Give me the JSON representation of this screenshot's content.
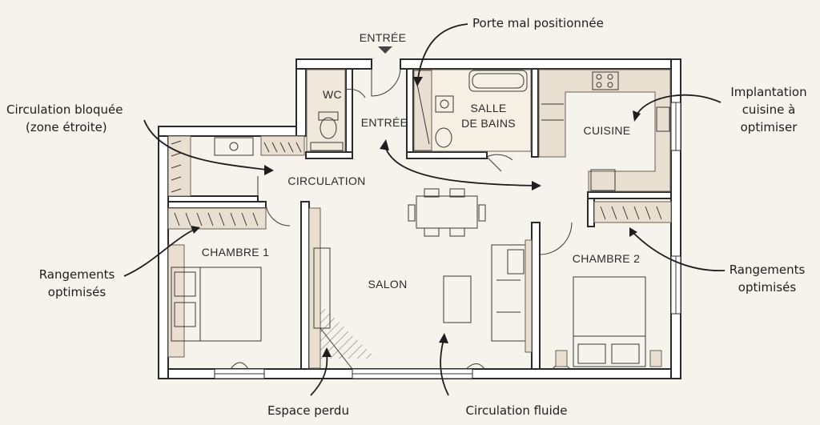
{
  "rooms": {
    "entree_top": "ENTRÉE",
    "entree_inner": "ENTRÉE",
    "wc": "WC",
    "salle_de_bains_line1": "SALLE",
    "salle_de_bains_line2": "DE BAINS",
    "cuisine": "CUISINE",
    "circulation": "CIRCULATION",
    "chambre1": "CHAMBRE 1",
    "salon": "SALON",
    "chambre2": "CHAMBRE 2"
  },
  "annotations": {
    "porte": "Porte mal positionnée",
    "circ_bloquee_1": "Circulation bloquée",
    "circ_bloquee_2": "(zone étroite)",
    "implantation_1": "Implantation",
    "implantation_2": "cuisine à",
    "implantation_3": "optimiser",
    "rangements_left_1": "Rangements",
    "rangements_left_2": "optimisés",
    "rangements_right_1": "Rangements",
    "rangements_right_2": "optimisés",
    "espace_perdu": "Espace perdu",
    "circulation_fluide": "Circulation fluide"
  }
}
